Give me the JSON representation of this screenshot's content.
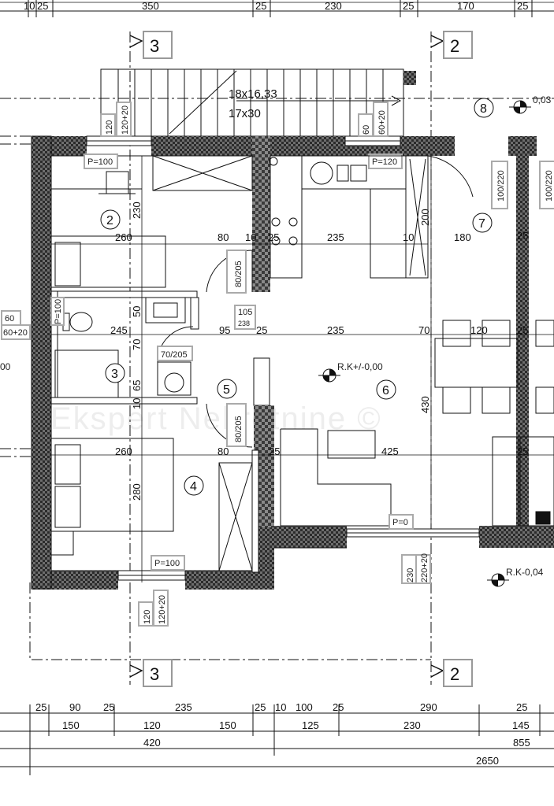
{
  "watermark": "Ekspert Nekretnine ©",
  "top_dims": [
    "10",
    "25",
    "350",
    "25",
    "230",
    "25",
    "170",
    "25"
  ],
  "section_marks": {
    "left": "3",
    "right": "2"
  },
  "stair": {
    "line1": "18x16,33",
    "line2": "17x30"
  },
  "rooms": {
    "r2": "2",
    "r3": "3",
    "r4": "4",
    "r5": "5",
    "r6": "6",
    "r7": "7",
    "r8": "8"
  },
  "interior_dims": {
    "d230": "230",
    "d260a": "260",
    "d80a": "80",
    "d10a": "10",
    "d25a": "25",
    "d235a": "235",
    "d10b": "10",
    "d180": "180",
    "d200": "200",
    "d50": "50",
    "d245": "245",
    "d70a": "70",
    "d95": "95",
    "d25b": "25",
    "d235b": "235",
    "d70b": "70",
    "d120": "120",
    "d25c": "25",
    "d25d": "25",
    "d65": "65",
    "d10c": "10",
    "d430": "430",
    "d260b": "260",
    "d80b": "80",
    "d25e": "25",
    "d425": "425",
    "d25f": "25",
    "d280": "280",
    "d105": "105",
    "d238": "238",
    "d60": "60",
    "d60_20": "60+20",
    "d00": "00"
  },
  "openings": {
    "w1_top": "120",
    "w1_bot": "120+20",
    "w1_p": "P=100",
    "w2_top": "60",
    "w2_bot": "60+20",
    "w2_p": "P=120",
    "door_7a": "100/220",
    "door_7b": "100/220",
    "door_d1": "80/205",
    "door_d2": "70/205",
    "door_d3": "80/205",
    "bath_w": "P=100",
    "w_bed4_top": "120",
    "w_bed4_bot": "120+20",
    "w_bed4_p": "P=100",
    "door_main_top": "230",
    "door_main_bot": "220+20",
    "door_main_p": "P=0"
  },
  "levels": {
    "rk_main": "R.K+/-0,00",
    "rk_outside": "R.K-0,04",
    "rk_top": "0,03"
  },
  "bottom_dims": {
    "row1": [
      "25",
      "90",
      "25",
      "235",
      "25",
      "10",
      "100",
      "25",
      "290",
      "25"
    ],
    "row2": [
      "150",
      "120",
      "150",
      "125",
      "230",
      "145"
    ],
    "row3": [
      "420",
      "855"
    ],
    "row4": [
      "2650"
    ]
  }
}
